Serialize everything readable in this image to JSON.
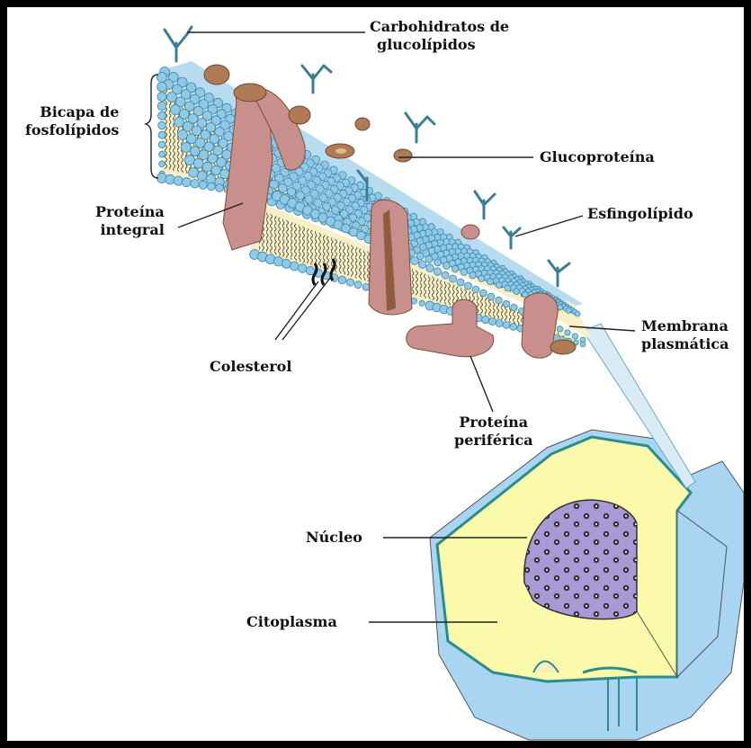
{
  "diagram": {
    "labels": {
      "carbohidratos": [
        "Carbohidratos de",
        "glucolípidos"
      ],
      "bicapa": [
        "Bicapa de",
        "fosfolípidos"
      ],
      "glucoproteina": "Glucoproteína",
      "proteina_integral": [
        "Proteína",
        "integral"
      ],
      "esfingolipido": "Esfingolípido",
      "membrana": [
        "Membrana",
        "plasmática"
      ],
      "colesterol": "Colesterol",
      "proteina_periferica": [
        "Proteína",
        "periférica"
      ],
      "nucleo": "Núcleo",
      "citoplasma": "Citoplasma"
    },
    "colors": {
      "head": "#8ec9e6",
      "head_stroke": "#3f86ad",
      "bilayer_fill": "#f6f0c4",
      "protein": "#c98f8c",
      "protein_dark": "#8c5e3e",
      "glyco": "#3a7f95",
      "cell_blue": "#a9d4f2",
      "cytoplasm": "#fafaaa",
      "nucleus": "#a99ad6"
    }
  }
}
